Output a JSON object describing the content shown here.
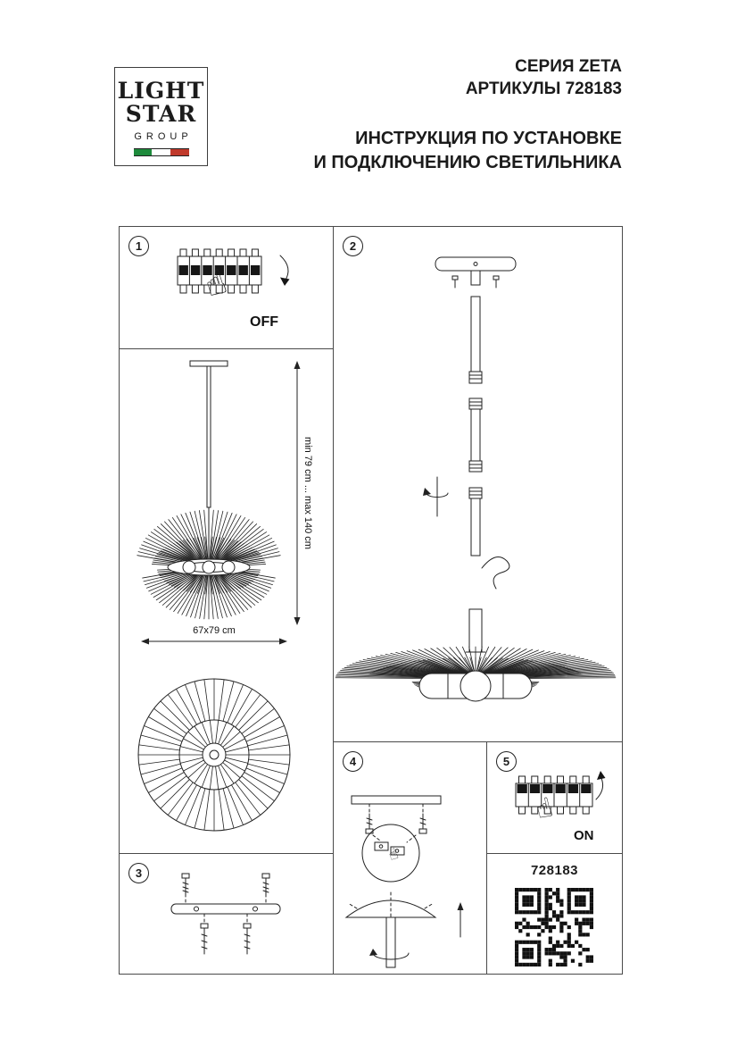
{
  "header": {
    "logo": {
      "word1": "LIGHT",
      "word2": "STAR",
      "word3": "GROUP"
    },
    "series": "СЕРИЯ ZETA",
    "articles": "АРТИКУЛЫ 728183",
    "instruction_line1": "ИНСТРУКЦИЯ ПО УСТАНОВКЕ",
    "instruction_line2": "И ПОДКЛЮЧЕНИЮ СВЕТИЛЬНИКА"
  },
  "steps": [
    {
      "number": "1",
      "label": "OFF"
    },
    {
      "number": "2"
    },
    {
      "number": "3"
    },
    {
      "number": "4"
    },
    {
      "number": "5",
      "label": "ON"
    }
  ],
  "dimensions": {
    "height_range": "min 79 cm ... max 140 cm",
    "width_depth": "67x79 cm"
  },
  "footer": {
    "article": "728183",
    "qr": "qr-code"
  },
  "icons": {
    "hand_up": "☝"
  },
  "colors": {
    "line": "#222222",
    "flag_green": "#1e8a3c",
    "flag_red": "#c0392b"
  }
}
